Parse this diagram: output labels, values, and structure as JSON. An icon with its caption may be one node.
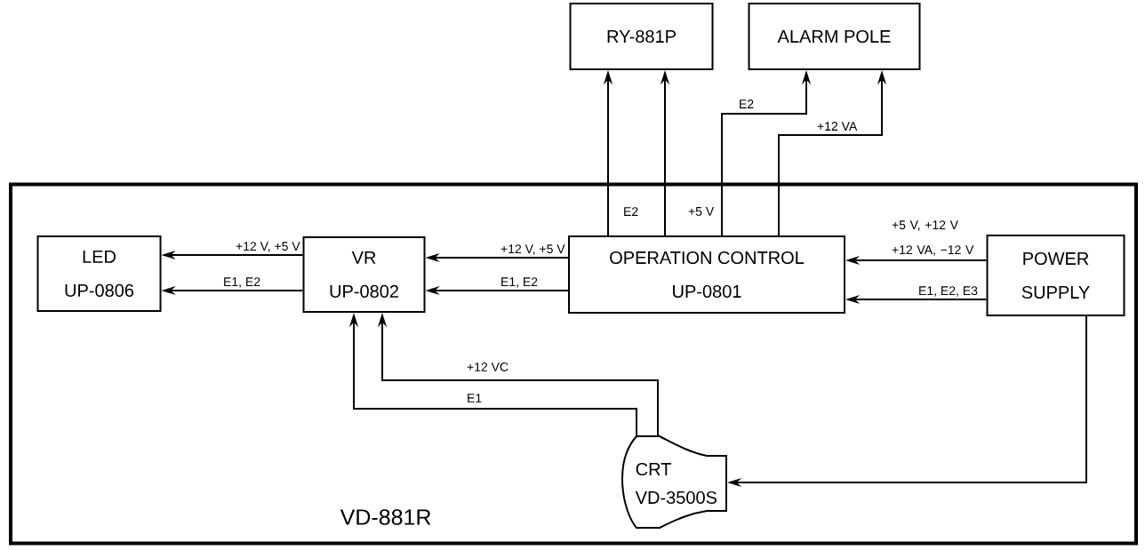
{
  "diagram": {
    "nodes": [
      {
        "text": [
          "VD-881R"
        ]
      },
      {
        "text": [
          "RY-881P"
        ]
      },
      {
        "text": [
          "ALARM POLE"
        ]
      },
      {
        "text": [
          "LED",
          "UP-0806"
        ],
        "in": 0
      },
      {
        "text": [
          "VR",
          "UP-0802"
        ],
        "in": 0
      },
      {
        "text": [
          "OPERATION CONTROL",
          "UP-0801"
        ],
        "in": 0
      },
      {
        "text": [
          "POWER SUPPLY"
        ],
        "in": 0
      },
      {
        "text": [
          "CRT",
          "VD-3500S"
        ],
        "in": 0
      }
    ],
    "edges": [
      {
        "from": 5,
        "to": 4,
        "arrow": "to",
        "label": "+12 V, +5 V"
      },
      {
        "from": 5,
        "to": 4,
        "arrow": "to",
        "label": "E1, E2"
      },
      {
        "from": 4,
        "to": 3,
        "arrow": "to",
        "label": "+12 V, +5 V"
      },
      {
        "from": 4,
        "to": 3,
        "arrow": "to",
        "label": "E1, E2"
      },
      {
        "from": 6,
        "to": 5,
        "arrow": "to",
        "label": "+5 V, +12 V +12 VA, −12 V"
      },
      {
        "from": 6,
        "to": 5,
        "arrow": "to",
        "label": "E1, E2, E3"
      },
      {
        "from": 5,
        "to": 1,
        "arrow": "to",
        "label": "E2"
      },
      {
        "from": 5,
        "to": 1,
        "arrow": "to",
        "label": "+5 V"
      },
      {
        "from": 5,
        "to": 2,
        "arrow": "to",
        "label": "E2"
      },
      {
        "from": 5,
        "to": 2,
        "arrow": "to",
        "label": "+12 VA"
      },
      {
        "from": 7,
        "to": 4,
        "arrow": "to",
        "label": "+12 VC"
      },
      {
        "from": 7,
        "to": 4,
        "arrow": "to",
        "label": "E1"
      },
      {
        "from": 6,
        "to": 7,
        "arrow": "to"
      }
    ]
  }
}
